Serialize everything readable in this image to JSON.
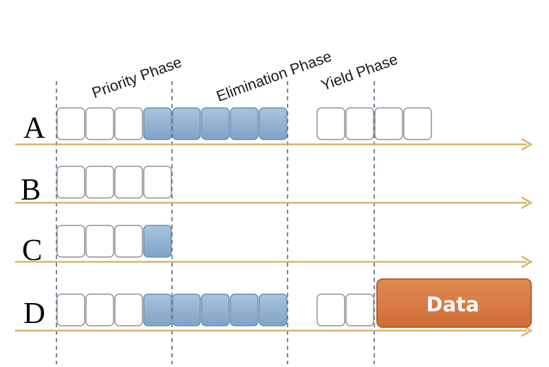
{
  "diagram": {
    "phases": [
      "Priority Phase",
      "Elimination Phase",
      "Yield Phase"
    ],
    "rows": [
      {
        "label": "A",
        "slots": [
          "empty",
          "empty",
          "empty",
          "filled",
          "filled",
          "filled",
          "filled",
          "filled",
          "gap",
          "empty",
          "empty",
          "empty",
          "empty"
        ]
      },
      {
        "label": "B",
        "slots": [
          "empty",
          "empty",
          "empty",
          "empty"
        ]
      },
      {
        "label": "C",
        "slots": [
          "empty",
          "empty",
          "empty",
          "filled"
        ]
      },
      {
        "label": "D",
        "slots": [
          "empty",
          "empty",
          "empty",
          "filled",
          "filled",
          "filled",
          "filled",
          "filled",
          "gap",
          "empty",
          "empty"
        ],
        "data_label": "Data"
      }
    ],
    "colors": {
      "empty_fill": "#ffffff",
      "empty_stroke": "#9a8a96",
      "filled_fill": "#8fb0cf",
      "filled_stroke": "#6b8fb0",
      "timeline": "#d9b266",
      "divider": "#3d5d7e",
      "data_fill": "#d97a42",
      "data_stroke": "#b35f2c"
    }
  }
}
